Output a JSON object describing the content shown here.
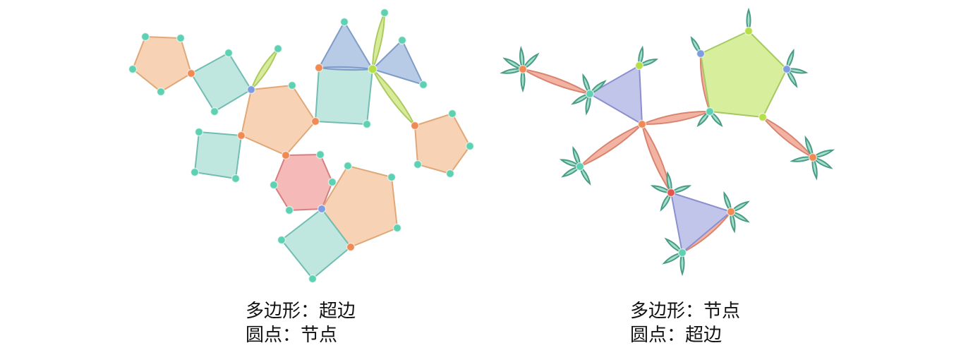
{
  "colors": {
    "teal_fill": "#bfe6df",
    "teal_stroke": "#72bdb3",
    "orange_fill": "#f7d2b4",
    "orange_stroke": "#e0a878",
    "red_fill": "#f5b9b7",
    "red_stroke": "#d67e80",
    "blue_fill": "#b8cbe6",
    "blue_stroke": "#7e9cc8",
    "lavender_fill": "#c2c5ea",
    "lavender_stroke": "#8a8fcf",
    "green_fill": "#d7ee9c",
    "green_stroke": "#a6c965",
    "salmon_petal": "#f3b3a2",
    "salmon_petal_stroke": "#d98470",
    "lime_petal": "#d9eb98",
    "lime_petal_stroke": "#aacb62",
    "mint_petal": "#a5e0cc",
    "mint_petal_stroke": "#4a9c86",
    "node_teal": "#5fd1b3",
    "node_orange": "#f08a55",
    "node_blue": "#7e9de0",
    "node_lime": "#b6de48"
  },
  "left_diagram": {
    "caption_line1": "多边形：超边",
    "caption_line2": "圆点：节点"
  },
  "right_diagram": {
    "caption_line1": "多边形：节点",
    "caption_line2": "圆点：超边"
  }
}
